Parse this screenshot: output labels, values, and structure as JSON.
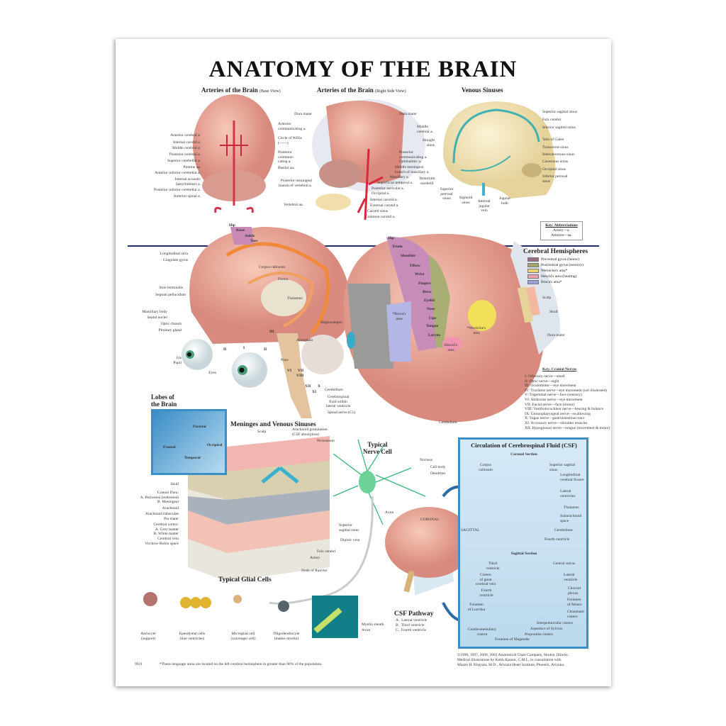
{
  "title": "ANATOMY OF THE BRAIN",
  "base_view": {
    "heading": "Arteries of the Brain",
    "subheading": "(Base View)",
    "labels": [
      "Anterior cerebral a.",
      "Internal carotid a.",
      "Middle cerebral a.",
      "Posterior cerebral a.",
      "Superior cerebellar a.",
      "Pontine aa.",
      "Anterior inferior cerebellar a.",
      "Internal acoustic\n(labyrinthine) a.",
      "Posterior inferior cerebellar a.",
      "Anterior spinal a.",
      "Anterior\ncommunicating a.",
      "Circle of Willis\n(——)",
      "Posterior\ncommuni-\ncating a.",
      "Basilar aa.",
      "Vertebral aa."
    ]
  },
  "side_view": {
    "heading": "Arteries of the Brain",
    "subheading": "(Right Side View)",
    "labels": [
      "Dura mater",
      "Posterior meningeal\nbranch of vertebral a.",
      "Dura mater",
      "Middle\ncerebral a.",
      "Posterior\ncommunicating a.",
      "Ophthalmic a.",
      "Middle meningeal\nbranch of maxillary a.",
      "Maxillary a.",
      "Superficial temporal a.",
      "Posterior auricular a.",
      "Occipital a.",
      "Internal carotid a.",
      "External carotid a.",
      "Carotid sinus",
      "Common carotid a."
    ]
  },
  "venous": {
    "heading": "Venous Sinuses",
    "labels": [
      "Superior sagittal sinus",
      "Falx cerebri",
      "Inferior sagittal sinus",
      "Vein of Galen",
      "Transverse sinus",
      "Intercavernous sinus",
      "Cavernous sinus",
      "Occipital sinus",
      "Inferior petrosal\nsinus",
      "Straight\nsinus",
      "Tentorium\ncerebelli",
      "Superior\npetrosal\nsinus",
      "Sigmoid\nsinus",
      "Internal\njugular\nvein",
      "Jugular\nbulb"
    ]
  },
  "key_abbreviations": {
    "title": "Key: Abbreviations",
    "lines": [
      "Artery—a.",
      "Arteries—aa."
    ]
  },
  "cerebral_hemispheres": {
    "heading": "Cerebral Hemispheres",
    "legend": [
      {
        "label": "Precentral gyrus (motor)",
        "color": "#9c6f86"
      },
      {
        "label": "Postcentral gyrus (sensory)",
        "color": "#a8a56a"
      },
      {
        "label": "Wernicke's area*",
        "color": "#e9d36a"
      },
      {
        "label": "Heschl's area (hearing)",
        "color": "#f0a2b4"
      },
      {
        "label": "Broca's area*",
        "color": "#9aa3d8"
      }
    ]
  },
  "sagittal_brain": {
    "labels": [
      "Longitudinal stria",
      "Cingulate gyrus",
      "Stria terminalis",
      "Septum pellucidum",
      "Mamillary body",
      "Septal nuclei",
      "Optic chiasm",
      "Pituitary gland",
      "Iris",
      "Pupil",
      "Eyes",
      "Hip",
      "Knee",
      "Ankle",
      "Toes",
      "Corpus callosum",
      "Fornix",
      "Thalamus",
      "Hippocampus",
      "Amygdala",
      "Pons",
      "Cerebellum",
      "Cerebrospinal\nfluid within\nlateral ventricle",
      "Spinal nerve (C1)",
      "I",
      "II",
      "II",
      "III",
      "VI",
      "VII",
      "VIII",
      "XII",
      "XI",
      "X"
    ]
  },
  "lateral_brain": {
    "labels": [
      "Hip",
      "Trunk",
      "Shoulder",
      "Elbow",
      "Wrist",
      "Fingers",
      "Brow",
      "Eyelid",
      "Nose",
      "Lips",
      "Tongue",
      "Larynx",
      "*Broca's\narea",
      "*Wernicke's\narea",
      "Heschl's\narea",
      "Cerebellum",
      "Scalp",
      "Skull",
      "Dura mater"
    ]
  },
  "cranial_nerves": {
    "title": "Key: Cranial Nerves",
    "items": [
      "I: Olfactory nerve—smell",
      "II: Optic nerve—sight",
      "III: Oculomotor—eye movement",
      "IV: Trochlear nerve—eye movement (not illustrated)",
      "V: Trigeminal nerve—face (sensory)",
      "VI: Abducens nerve—eye movement",
      "VII: Facial nerve—face (motor)",
      "VIII: Vestibulocochlear nerve—hearing & balance",
      "IX: Glossopharyngeal nerve—swallowing",
      "X: Vagus nerve—gastrointestinal tract",
      "XI: Accessory nerve—shoulder muscles",
      "XII: Hypoglossal nerve—tongue (movement & motor)"
    ]
  },
  "lobes": {
    "heading": "Lobes of\nthe Brain",
    "labels": [
      "Parietal",
      "Frontal",
      "Occipital",
      "Temporal"
    ]
  },
  "meninges": {
    "heading": "Meninges and Venous Sinuses",
    "labels": [
      "Scalp",
      "Arachnoid granulation\n(CSF absorption)",
      "Periosteum",
      "Skull",
      "Cranial Dura:\nA. Periosteal (endosteal)\nB. Meningeal",
      "Arachnoid",
      "Arachnoid trabeculae",
      "Pia mater",
      "Cerebral cortex:\nA. Grey matter\nB. White matter",
      "Cerebral vein",
      "Virchow-Robin space",
      "Superior\nsagittal sinus",
      "Diploic vein",
      "Falx cerebri",
      "Artery",
      "Node of Ranvier"
    ]
  },
  "glial": {
    "heading": "Typical Glial Cells",
    "cells": [
      "Astrocyte\n(support)",
      "Ependymal cells\n(line ventricles)",
      "Microglial cell\n(scavenger cell)",
      "Oligodendrocyte\n(makes myelin)"
    ]
  },
  "nerve_cell": {
    "heading": "Typical\nNerve Cell",
    "labels": [
      "Nucleus",
      "Cell body",
      "Dendrites",
      "Axon",
      "Myelin sheath",
      "Axon"
    ]
  },
  "csf_pathway": {
    "heading": "CSF Pathway",
    "items": [
      "A.  Lateral ventricle",
      "B.  Third ventricle",
      "C.  Fourth ventricle"
    ],
    "planes": [
      "CORONAL",
      "SAGITTAL"
    ]
  },
  "csf_circulation": {
    "heading": "Circulation of Cerebrospinal Fluid (CSF)",
    "coronal_heading": "Coronal Section",
    "coronal_labels": [
      "Corpus\ncallosum",
      "Superior sagittal\nsinus",
      "Longitudinal\ncerebral fissure",
      "Lateral\nventricles",
      "Thalamus",
      "Subarachnoid\nspace",
      "Cerebellum",
      "Fourth ventricle"
    ],
    "sagittal_heading": "Sagittal Section",
    "sagittal_labels": [
      "Third\nventricle",
      "Cistern\nof great\ncerebral vein",
      "Fourth\nventricle",
      "Foramen\nof Luschka",
      "Cerebromedullary\ncistern",
      "Foramen of Magendie",
      "Central sulcus",
      "Lateral\nventricle",
      "Choroid\nplexus",
      "Foramen\nof Monro",
      "Chiasmatic\ncistern",
      "Interpeduncular cistern",
      "Aqueduct of Sylvius",
      "Prepontine cistern"
    ]
  },
  "copyright": [
    "©1996, 1997, 2000, 2002 Anatomical Chart Company, Skokie, Illinois.",
    "Medical illustrations by Keith Kasnot, C.M.I., in consultation with",
    "Mazen H. Khayata, M.D., Arizona Heart Institute, Phoenix, Arizona."
  ],
  "footer": {
    "code": "9921",
    "note": "*These language areas are located on the left cerebral hemisphere in greater than 90% of the population."
  }
}
